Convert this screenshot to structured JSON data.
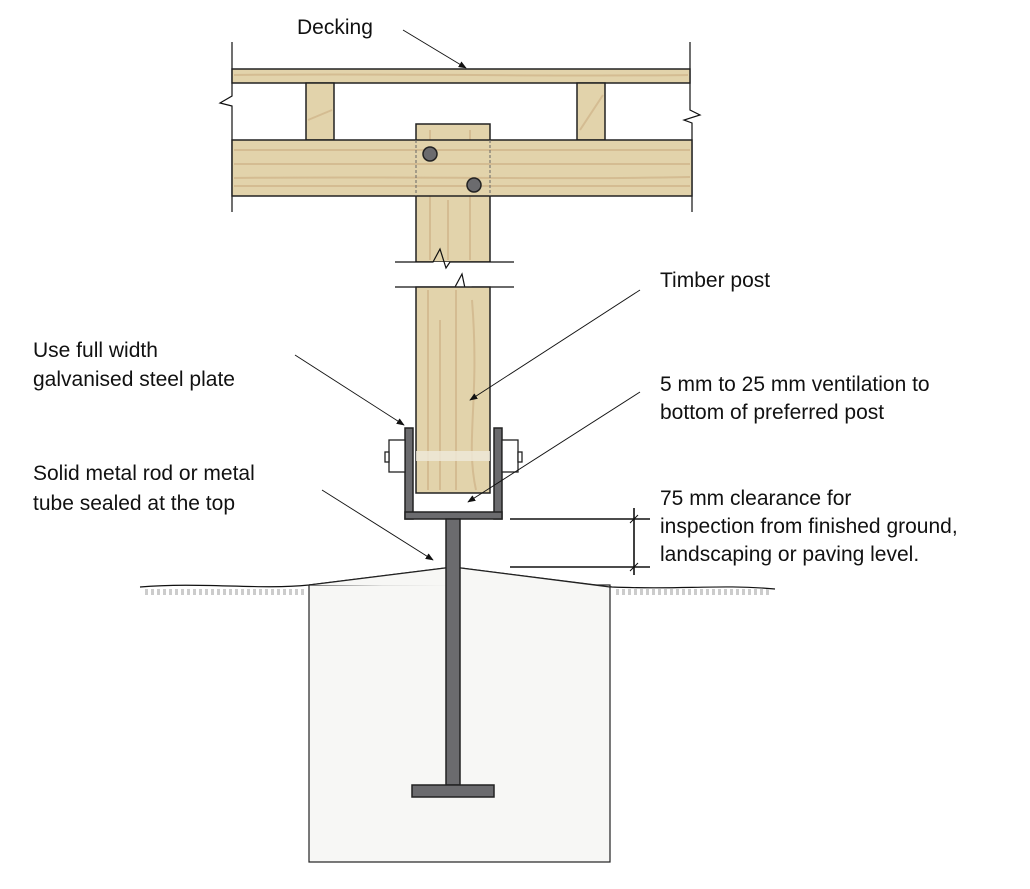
{
  "title": "Timber post on galvanised steel stirrup footing detail",
  "labels": {
    "decking": "Decking",
    "timber_post": "Timber post",
    "steel_plate": [
      "Use full width",
      "galvanised steel plate"
    ],
    "ventilation": [
      "5 mm to 25 mm ventilation to",
      "bottom of preferred post"
    ],
    "rod": [
      "Solid metal rod or metal",
      "tube sealed at the top"
    ],
    "clearance": [
      "75 mm clearance for",
      "inspection from finished ground,",
      "landscaping or paving level."
    ]
  },
  "colors": {
    "timber": "#e2d3ab",
    "metal": "#6b6b6e",
    "concrete": "#f7f7f5"
  }
}
